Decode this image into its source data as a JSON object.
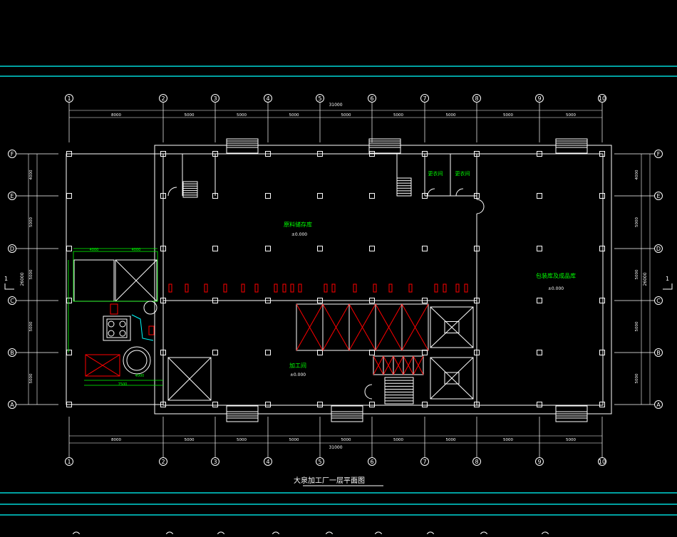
{
  "drawing": {
    "title": "大泉加工厂一层平面图",
    "total_dim_top": "31000",
    "total_dim_bottom": "31000",
    "total_dim_left": "26000",
    "total_dim_right": "26000",
    "colors": {
      "background": "#000000",
      "border": "#00ffff",
      "lines": "#ffffff",
      "green": "#00ff00",
      "red": "#ff0000",
      "cyan": "#00ffff"
    }
  },
  "grid": {
    "columns": [
      "1",
      "2",
      "3",
      "4",
      "5",
      "6",
      "7",
      "8",
      "9",
      "10"
    ],
    "rows": [
      "A",
      "B",
      "C",
      "D",
      "E",
      "F"
    ],
    "top_dims": [
      "8000",
      "5000",
      "5000",
      "5000",
      "5000",
      "5000",
      "5000",
      "5000",
      "5000"
    ],
    "bottom_dims": [
      "8000",
      "5000",
      "5000",
      "5000",
      "5000",
      "5000",
      "5000",
      "5000",
      "5000"
    ],
    "left_dims": [
      "5000",
      "5000",
      "5000",
      "5000",
      "4000"
    ],
    "right_dims": [
      "5000",
      "5000",
      "5000",
      "5000",
      "4000"
    ]
  },
  "rooms": [
    {
      "label": "原料储存库",
      "level": "±0.000"
    },
    {
      "label": "包装库及成品库",
      "level": "±0.000"
    },
    {
      "label": "加工间",
      "level": "±0.000"
    },
    {
      "label": "更衣间",
      "level": ""
    },
    {
      "label": "更衣间",
      "level": ""
    }
  ],
  "section_marks": {
    "left": "1",
    "right": "1"
  },
  "equipment_dims": {
    "top": [
      "4000",
      "4000"
    ],
    "bottom": [
      "4000",
      "7500"
    ]
  }
}
